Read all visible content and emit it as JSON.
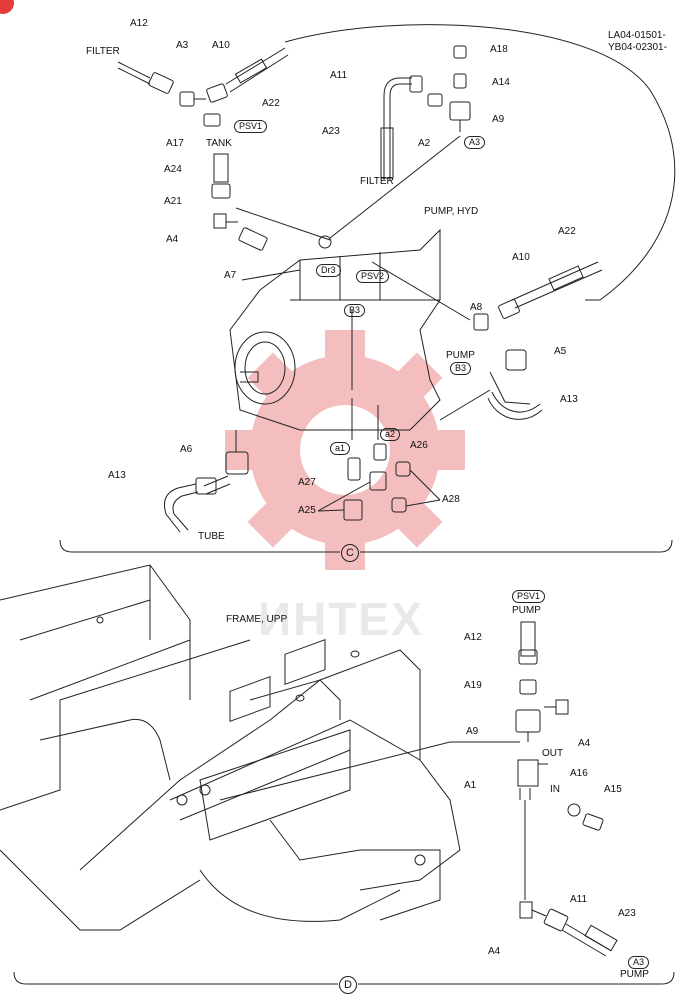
{
  "header": {
    "serial_1": "LA04-01501-",
    "serial_2": "YB04-02301-"
  },
  "section_c": {
    "marker": "C",
    "parts": {
      "a12": "A12",
      "a3": "A3",
      "a10": "A10",
      "a22": "A22",
      "a17": "A17",
      "a24": "A24",
      "a21": "A21",
      "a4": "A4",
      "a7": "A7",
      "a11": "A11",
      "a23": "A23",
      "a2": "A2",
      "a18": "A18",
      "a14": "A14",
      "a9": "A9",
      "a10b": "A10",
      "a22b": "A22",
      "a8": "A8",
      "a5": "A5",
      "a13": "A13",
      "a6": "A6",
      "a13b": "A13",
      "a26": "A26",
      "a27": "A27",
      "a25": "A25",
      "a28": "A28"
    },
    "text": {
      "filter_left": "FILTER",
      "tank": "TANK",
      "filter_mid": "FILTER",
      "pump_hyd": "PUMP, HYD",
      "pump": "PUMP",
      "tube": "TUBE"
    },
    "ports": {
      "psv1": "PSV1",
      "a3": "A3",
      "dr3": "Dr3",
      "psv2": "PSV2",
      "b3": "B3",
      "b3b": "B3",
      "a1": "a1",
      "a2": "a2"
    }
  },
  "section_d": {
    "marker": "D",
    "parts": {
      "a12": "A12",
      "a19": "A19",
      "a9": "A9",
      "a4": "A4",
      "a1": "A1",
      "a16": "A16",
      "a15": "A15",
      "a4b": "A4",
      "a11": "A11",
      "a23": "A23"
    },
    "text": {
      "frame": "FRAME, UPP",
      "pump_top": "PUMP",
      "out": "OUT",
      "in": "IN",
      "pump_bottom": "PUMP"
    },
    "ports": {
      "psv1": "PSV1",
      "a3": "A3"
    }
  },
  "watermark": {
    "text": "ИНТЕХ"
  },
  "colors": {
    "line": "#222222",
    "watermark_gear": "#f4b3b3",
    "corner_badge": "#e43b3b"
  }
}
